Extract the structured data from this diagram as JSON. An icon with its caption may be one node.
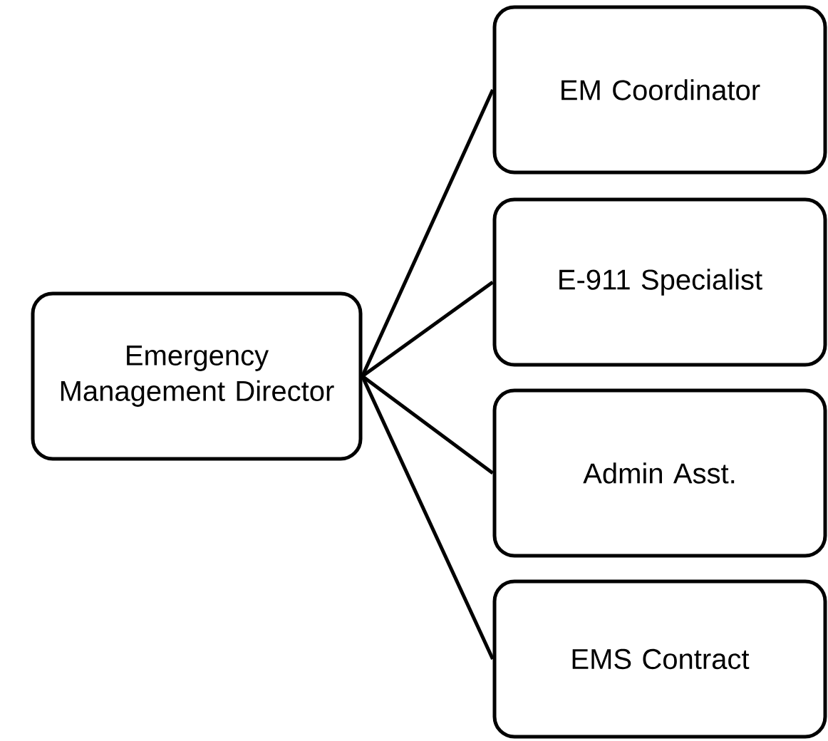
{
  "diagram": {
    "nodes": [
      {
        "text": [
          "Emergency Management Director"
        ]
      },
      {
        "text": [
          "EM Coordinator"
        ]
      },
      {
        "text": [
          "E-911 Specialist"
        ]
      },
      {
        "text": [
          "Admin Asst."
        ]
      },
      {
        "text": [
          "EMS Contract"
        ]
      }
    ],
    "edges": [
      {
        "from": 0,
        "to": 1,
        "arrow": "none"
      },
      {
        "from": 0,
        "to": 2,
        "arrow": "none"
      },
      {
        "from": 0,
        "to": 3,
        "arrow": "none"
      },
      {
        "from": 0,
        "to": 4,
        "arrow": "none"
      }
    ]
  }
}
